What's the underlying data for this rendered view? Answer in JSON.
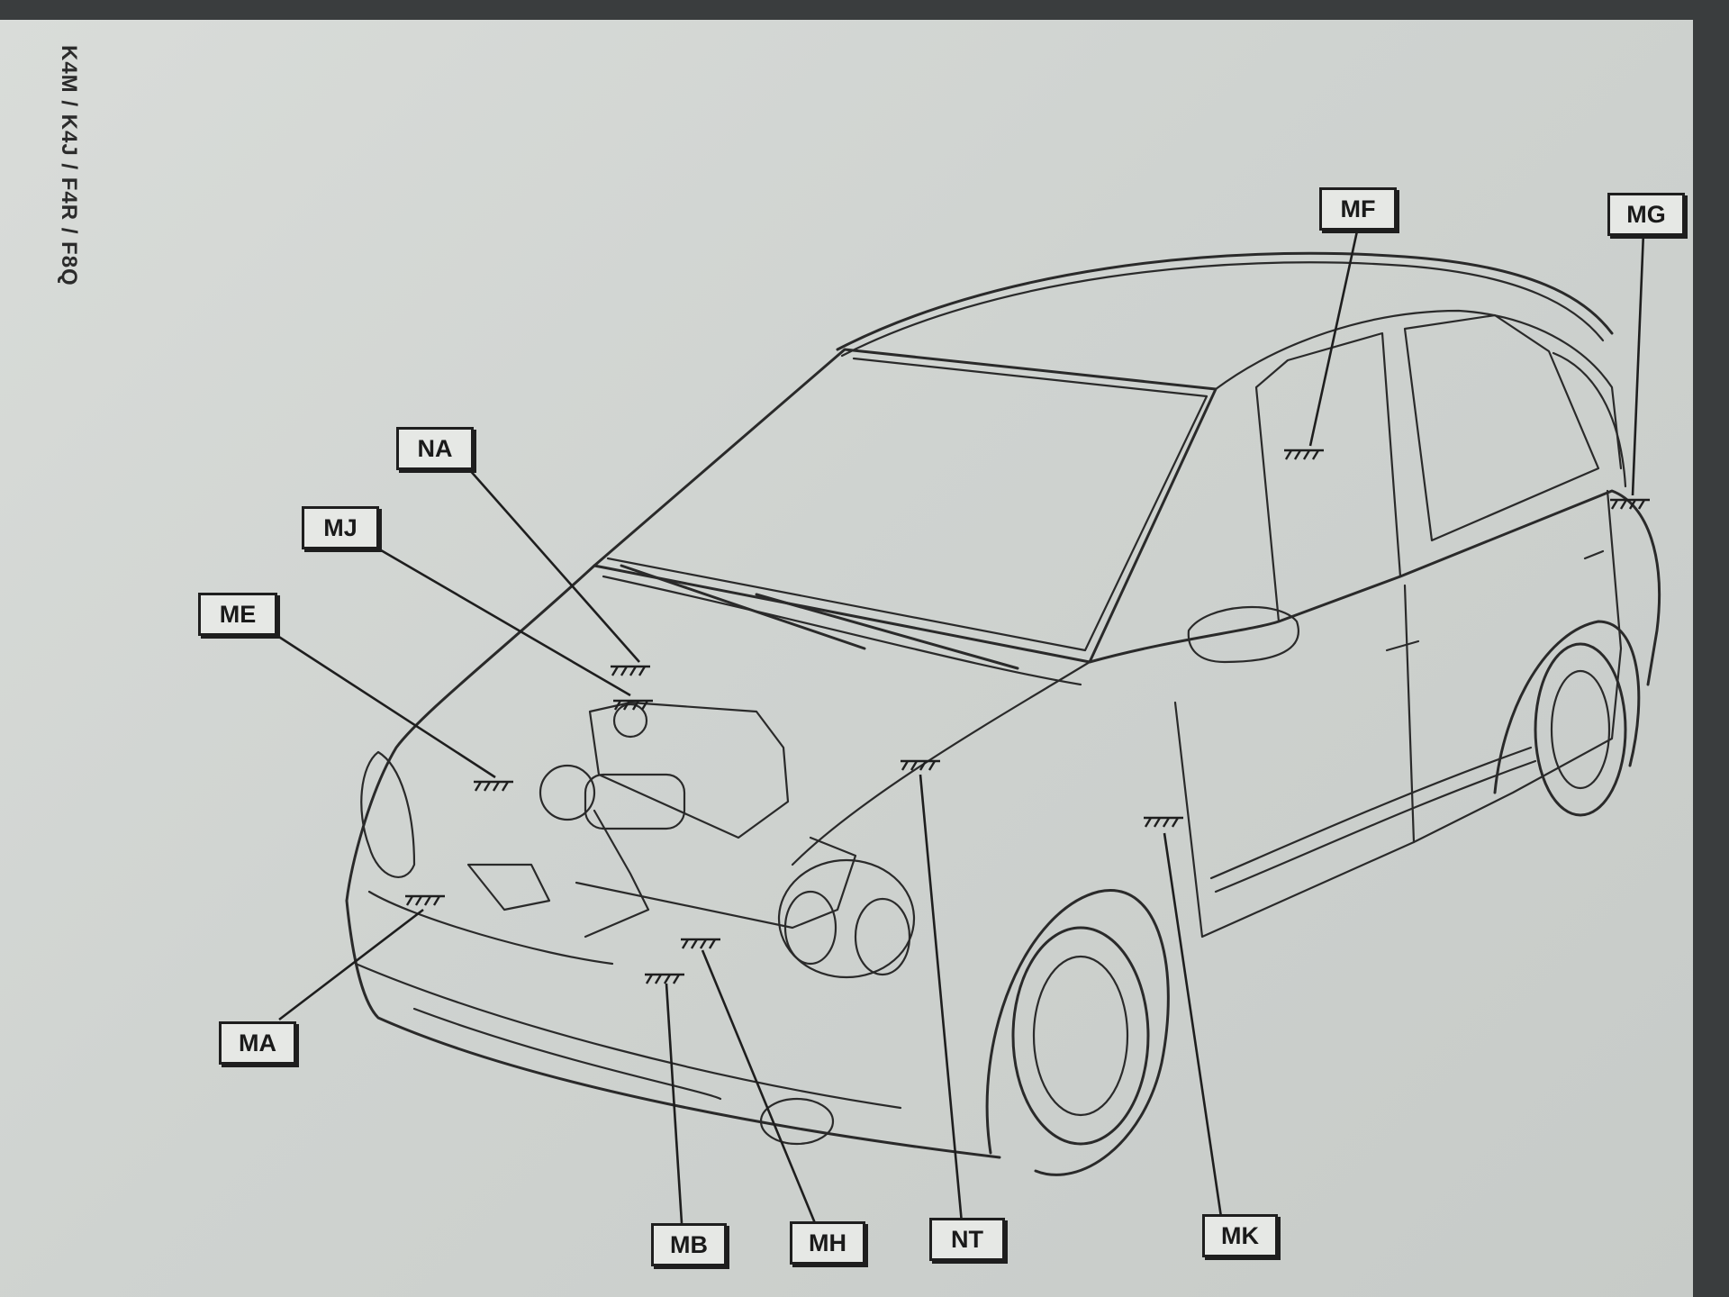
{
  "side_title": "K4M / K4J / F4R / F8Q",
  "labels": {
    "MF": "MF",
    "MG": "MG",
    "NA": "NA",
    "MJ": "MJ",
    "ME": "ME",
    "MA": "MA",
    "MB": "MB",
    "MH": "MH",
    "NT": "NT",
    "MK": "MK"
  }
}
